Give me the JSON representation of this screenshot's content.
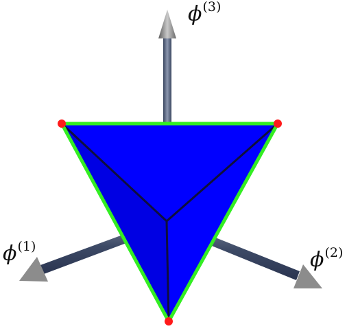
{
  "axes": [
    {
      "id": "axis-1",
      "symbol": "ϕ",
      "superscript": "(1)"
    },
    {
      "id": "axis-2",
      "symbol": "ϕ",
      "superscript": "(2)"
    },
    {
      "id": "axis-3",
      "symbol": "ϕ",
      "superscript": "(3)"
    }
  ],
  "colors": {
    "face": "#0000ff",
    "edge": "#33ee22",
    "vertex": "#ff1a1a",
    "axis_shaft": "#5a6a80",
    "axis_head": "#8a8a8a",
    "inner_lines": "#111133"
  }
}
